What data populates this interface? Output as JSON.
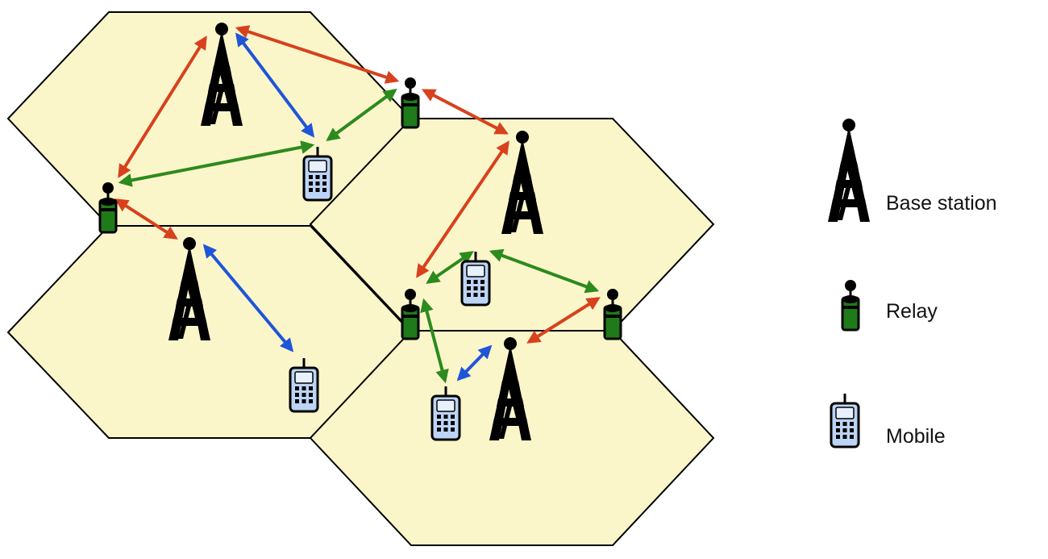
{
  "legend": {
    "base_station": "Base station",
    "relay": "Relay",
    "mobile": "Mobile"
  },
  "colors": {
    "cell_fill": "#fbf6c9",
    "cell_stroke": "#000000",
    "link_base_relay": "#d7411d",
    "link_base_mobile": "#1f55d8",
    "link_relay_mobile": "#2c8a1e",
    "relay_body": "#1f7a1a",
    "mobile_screen": "#bcd4f5"
  },
  "icons": {
    "base_station": "antenna-tower-icon",
    "relay": "relay-node-icon",
    "mobile": "mobile-phone-icon"
  }
}
